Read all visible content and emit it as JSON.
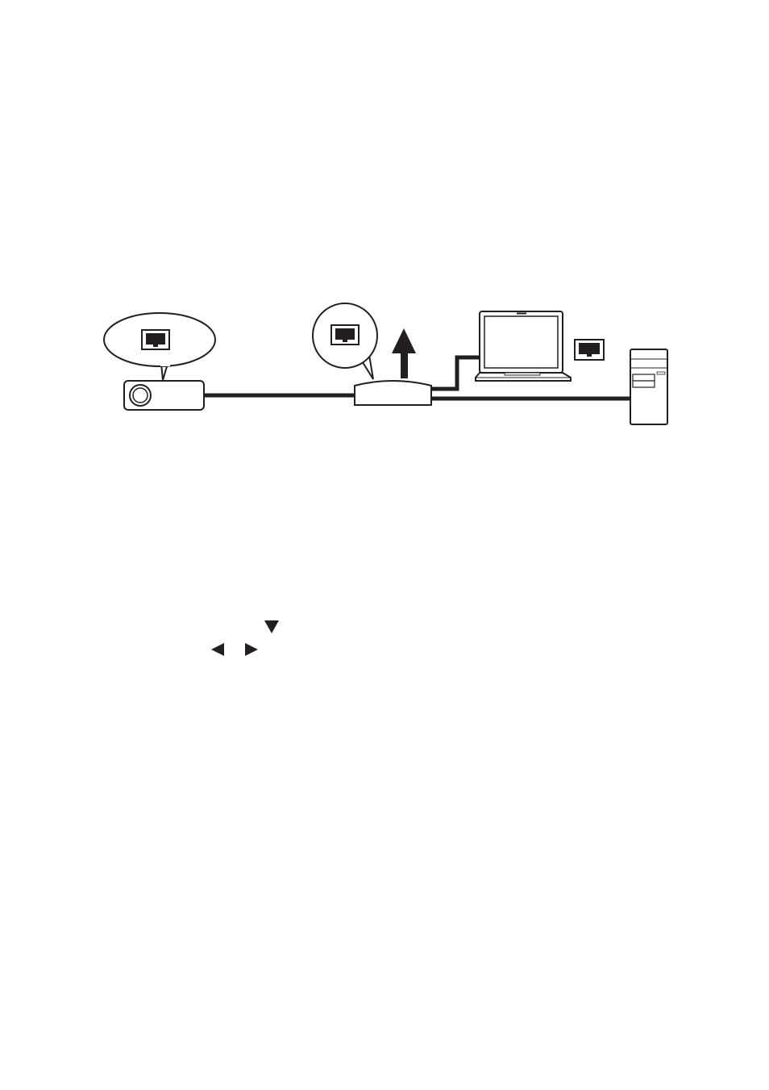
{
  "diagram": {
    "devices": [
      {
        "id": "projector",
        "icon": "projector-icon"
      },
      {
        "id": "router",
        "icon": "wireless-router-icon"
      },
      {
        "id": "laptop",
        "icon": "laptop-icon"
      },
      {
        "id": "desktop",
        "icon": "desktop-tower-icon"
      }
    ],
    "callouts": [
      {
        "device": "projector",
        "icon": "ethernet-port-icon"
      },
      {
        "device": "router",
        "icon": "ethernet-port-icon"
      },
      {
        "device": "laptop",
        "icon": "ethernet-port-icon"
      }
    ],
    "connections": [
      {
        "from": "projector",
        "to": "router",
        "type": "ethernet-cable"
      },
      {
        "from": "router",
        "to": "laptop",
        "type": "ethernet-cable"
      },
      {
        "from": "router",
        "to": "desktop",
        "type": "ethernet-cable"
      },
      {
        "from": "router",
        "to": "internet",
        "type": "uplink-arrow"
      }
    ]
  },
  "instructions": {
    "icons": [
      "triangle-down-icon",
      "triangle-left-icon",
      "triangle-right-icon"
    ]
  },
  "colors": {
    "line": "#231f20",
    "background": "#ffffff"
  }
}
